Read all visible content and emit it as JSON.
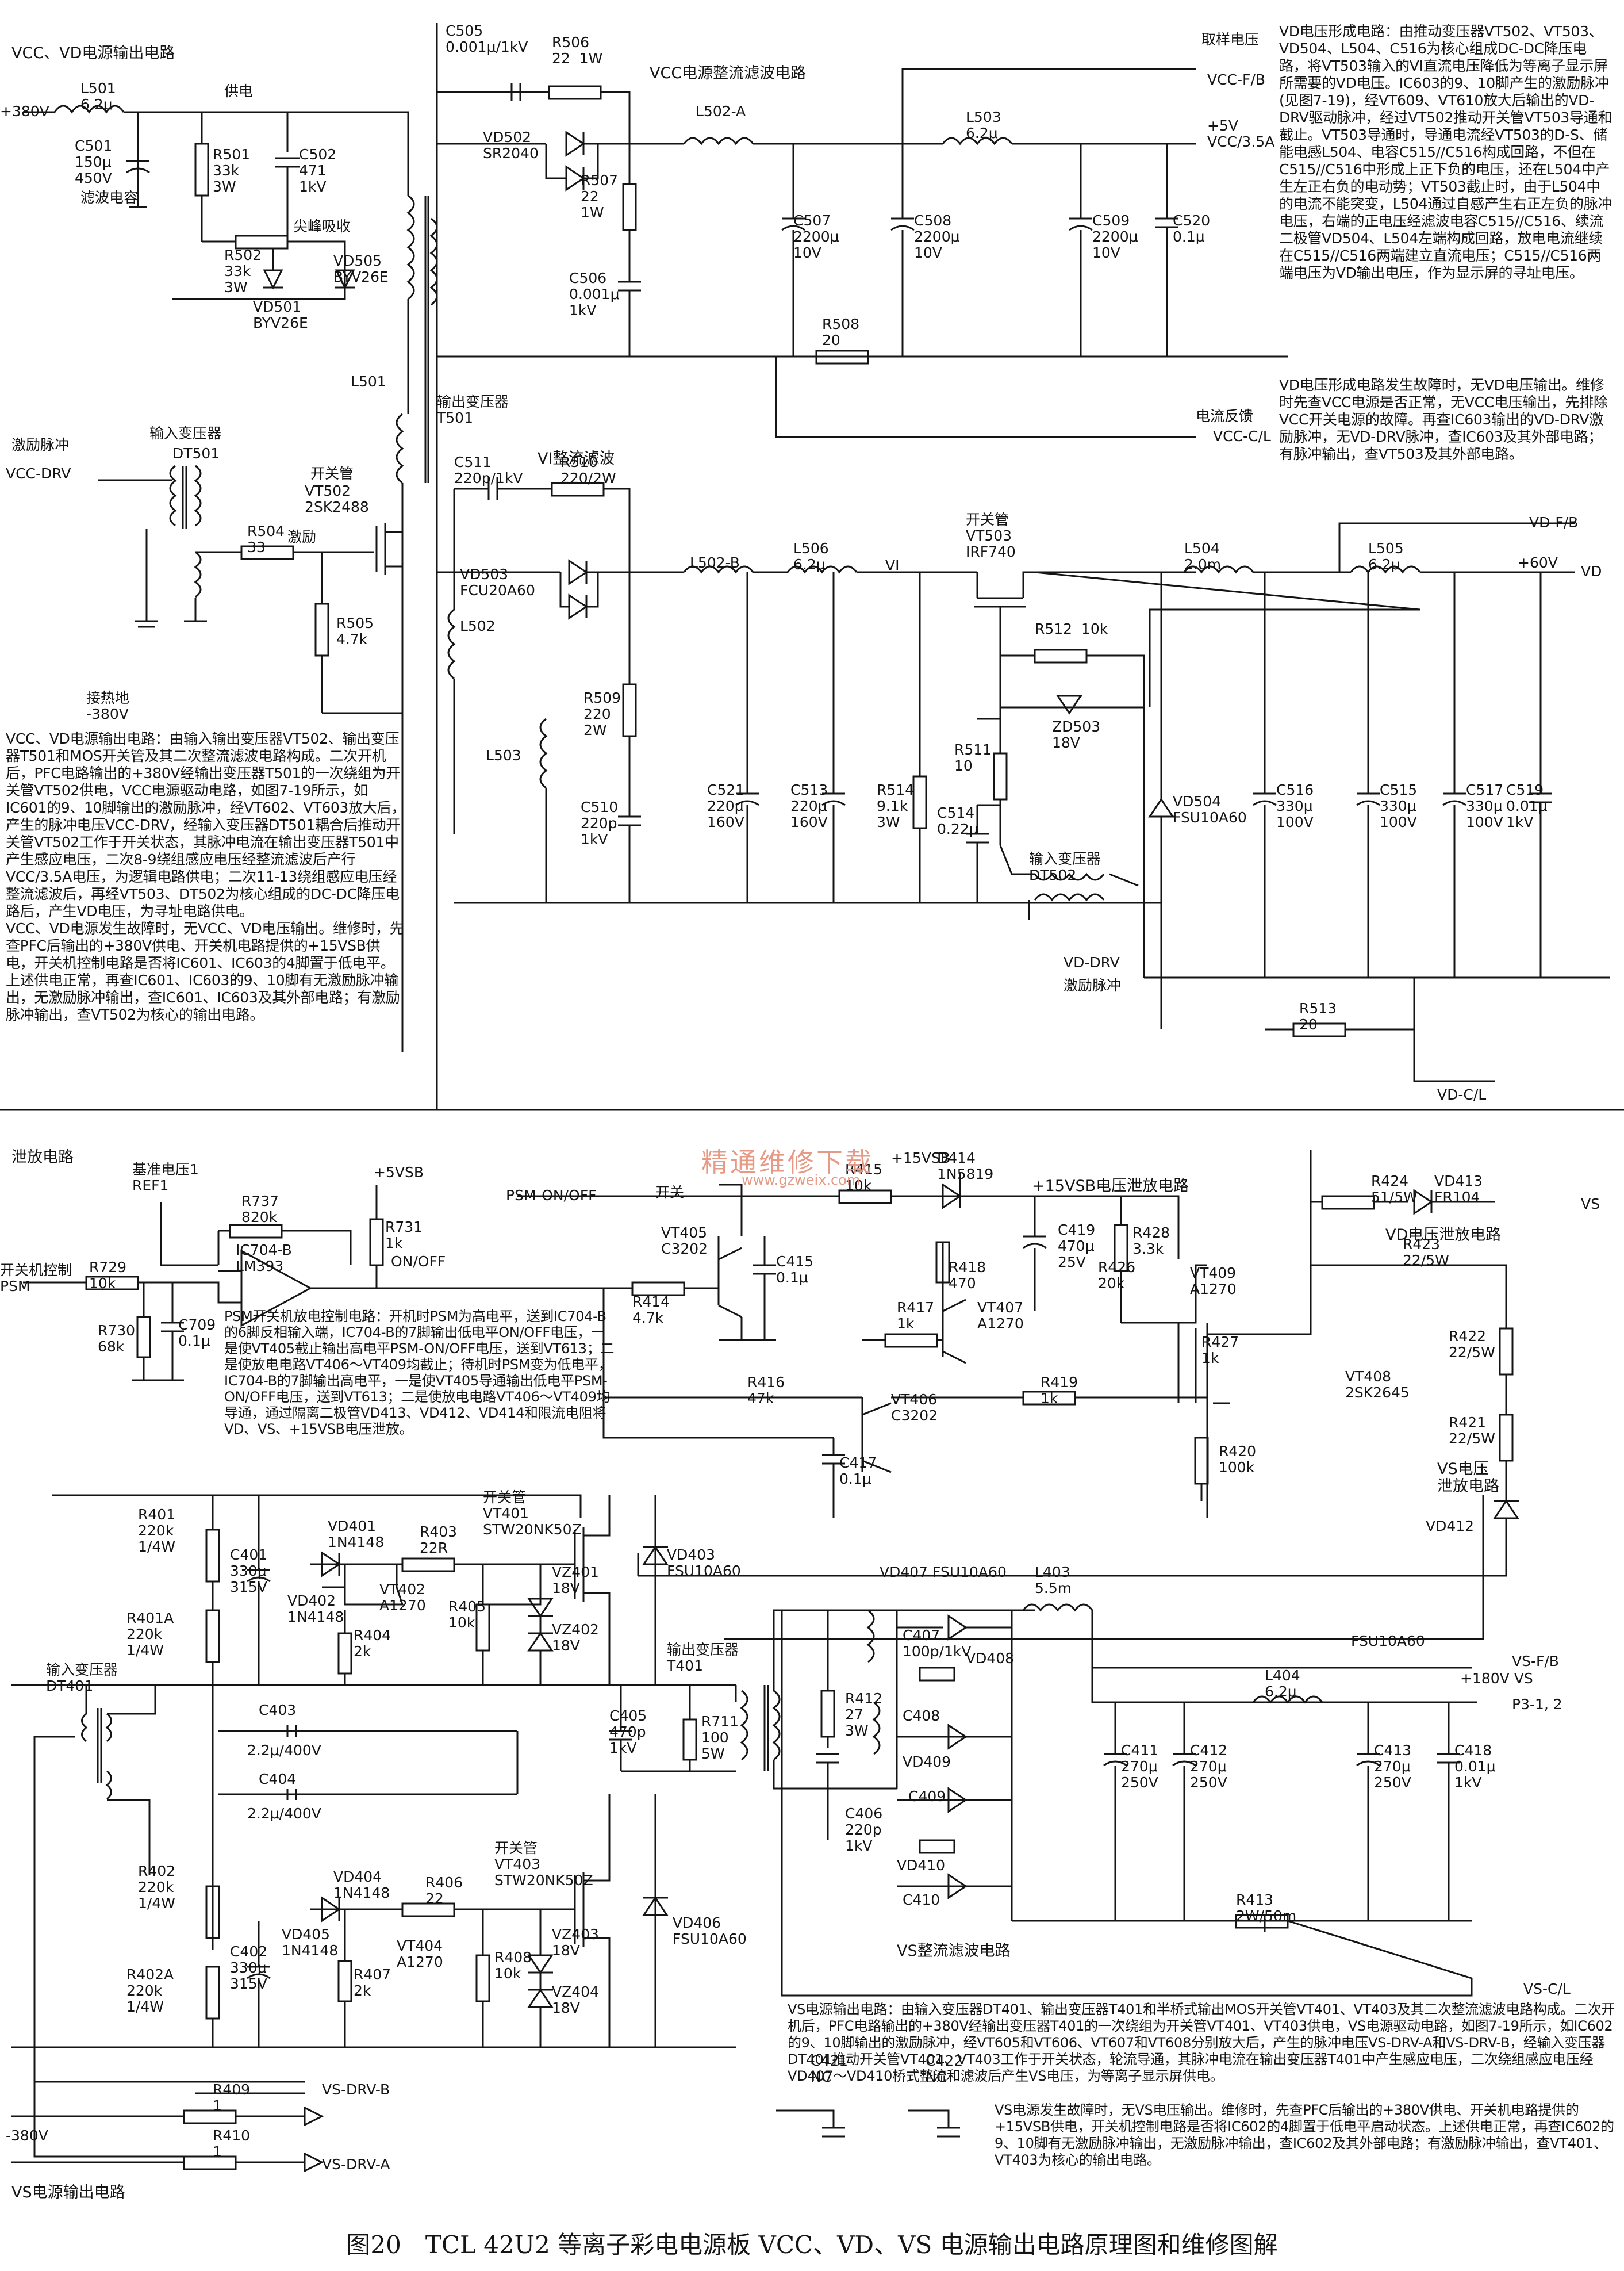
{
  "caption": "图20　TCL 42U2 等离子彩电电源板 VCC、VD、VS 电源输出电路原理图和维修图解",
  "watermark": {
    "text": "精通维修下载",
    "url": "www.gzweix.com"
  },
  "sections": {
    "vcc_vd": "VCC、VD电源输出电路",
    "vcc_rect": "VCC电源整流滤波电路",
    "vi_rect": "VI整流滤波",
    "discharge": "泄放电路",
    "vs_out": "VS电源输出电路",
    "vs_rect": "VS整流滤波电路",
    "vs15_discharge": "+15VSB电压泄放电路",
    "vd_discharge": "VD电压泄放电路",
    "vs_discharge": "VS电压\n泄放电路"
  },
  "labels": {
    "v380": "+380V",
    "v380n": "-380V",
    "hot_gnd": "接热地\n-380V",
    "supply": "供电",
    "spike": "尖峰吸收",
    "filter_cap": "滤波电容",
    "exc_pulse": "激励脉冲",
    "vcc_drv": "VCC-DRV",
    "in_xfmr": "输入变压器",
    "dt501": "DT501",
    "sw_tube": "开关管",
    "vt502": "VT502\n2SK2488",
    "excite": "激励",
    "out_xfmr": "输出变压器\nT501",
    "sample_v": "取样电压",
    "vcc_fb": "VCC-F/B",
    "p5v": "+5V\nVCC/3.5A",
    "cur_fb": "电流反馈",
    "vcc_cl": "VCC-C/L",
    "vt503": "开关管\nVT503\nIRF740",
    "vi": "VI",
    "vd_fb": "VD-F/B",
    "p60v": "+60V",
    "vd": "VD",
    "dt502": "输入变压器\nDT502",
    "vd_drv": "VD-DRV",
    "exc_pulse2": "激励脉冲",
    "vd_cl": "VD-C/L",
    "ref": "基准电压1\nREF1",
    "p5vsb": "+5VSB",
    "psm_onoff": "PSM-ON/OFF",
    "kaiguan": "开关",
    "onoff": "ON/OFF",
    "psm_ctrl": "开关机控制\nPSM",
    "p15vsb": "+15VSB",
    "vs_label": "VS",
    "vs_fb": "VS-F/B",
    "p180v": "+180V VS",
    "p3": "P3-1, 2",
    "vs_cl": "VS-C/L",
    "vs_drv_b": "VS-DRV-B",
    "vs_drv_a": "VS-DRV-A",
    "t401": "输出变压器\nT401",
    "dt401": "输入变压器\nDT401",
    "vt401": "开关管\nVT401\nSTW20NK50Z",
    "vt403": "开关管\nVT403\nSTW20NK50Z"
  },
  "components": [
    {
      "id": "L501a",
      "t": "L501\n6.2μ"
    },
    {
      "id": "C501",
      "t": "C501\n150μ\n450V"
    },
    {
      "id": "R501",
      "t": "R501\n33k\n3W"
    },
    {
      "id": "C502",
      "t": "C502\n471\n1kV"
    },
    {
      "id": "R502",
      "t": "R502\n33k\n3W"
    },
    {
      "id": "VD505",
      "t": "VD505\nBYV26E"
    },
    {
      "id": "VD501",
      "t": "VD501\nBYV26E"
    },
    {
      "id": "L501b",
      "t": "L501"
    },
    {
      "id": "R504",
      "t": "R504\n33"
    },
    {
      "id": "R505",
      "t": "R505\n4.7k"
    },
    {
      "id": "C505",
      "t": "C505\n0.001μ/1kV"
    },
    {
      "id": "R506",
      "t": "R506\n22  1W"
    },
    {
      "id": "VD502",
      "t": "VD502\nSR2040"
    },
    {
      "id": "R507",
      "t": "R507\n22\n1W"
    },
    {
      "id": "C506",
      "t": "C506\n0.001μ\n1kV"
    },
    {
      "id": "L502A",
      "t": "L502-A"
    },
    {
      "id": "C507",
      "t": "C507\n2200μ\n10V"
    },
    {
      "id": "C508",
      "t": "C508\n2200μ\n10V"
    },
    {
      "id": "L503",
      "t": "L503\n6.2μ"
    },
    {
      "id": "C509",
      "t": "C509\n2200μ\n10V"
    },
    {
      "id": "C520",
      "t": "C520\n0.1μ"
    },
    {
      "id": "R508",
      "t": "R508\n20"
    },
    {
      "id": "C511",
      "t": "C511\n220p/1kV"
    },
    {
      "id": "R510",
      "t": "R510\n220/2W"
    },
    {
      "id": "VD503",
      "t": "VD503\nFCU20A60"
    },
    {
      "id": "L502",
      "t": "L502"
    },
    {
      "id": "L502B",
      "t": "L502-B"
    },
    {
      "id": "L506",
      "t": "L506\n6.2μ"
    },
    {
      "id": "L503b",
      "t": "L503"
    },
    {
      "id": "R509",
      "t": "R509\n220\n2W"
    },
    {
      "id": "C510",
      "t": "C510\n220p\n1kV"
    },
    {
      "id": "C521",
      "t": "C521\n220μ\n160V"
    },
    {
      "id": "C513",
      "t": "C513\n220μ\n160V"
    },
    {
      "id": "R514",
      "t": "R514\n9.1k\n3W"
    },
    {
      "id": "R512",
      "t": "R512  10k"
    },
    {
      "id": "ZD503",
      "t": "ZD503\n18V"
    },
    {
      "id": "R511",
      "t": "R511\n10"
    },
    {
      "id": "C514",
      "t": "C514\n0.22μ"
    },
    {
      "id": "L504",
      "t": "L504\n2.0m"
    },
    {
      "id": "L505",
      "t": "L505\n6.2μ"
    },
    {
      "id": "VD504",
      "t": "VD504\nFSU10A60"
    },
    {
      "id": "C516",
      "t": "C516\n330μ\n100V"
    },
    {
      "id": "C515",
      "t": "C515\n330μ\n100V"
    },
    {
      "id": "C517",
      "t": "C517\n330μ\n100V"
    },
    {
      "id": "C519",
      "t": "C519\n0.01μ\n1kV"
    },
    {
      "id": "R513",
      "t": "R513\n20"
    },
    {
      "id": "R737",
      "t": "R737\n820k"
    },
    {
      "id": "IC704",
      "t": "IC704-B\nLM393"
    },
    {
      "id": "R731",
      "t": "R731\n1k"
    },
    {
      "id": "R729",
      "t": "R729\n10k"
    },
    {
      "id": "R730",
      "t": "R730\n68k"
    },
    {
      "id": "C709",
      "t": "C709\n0.1μ"
    },
    {
      "id": "R415",
      "t": "R415\n10k"
    },
    {
      "id": "VT405",
      "t": "VT405\nC3202"
    },
    {
      "id": "C415",
      "t": "C415\n0.1μ"
    },
    {
      "id": "R414",
      "t": "R414\n4.7k"
    },
    {
      "id": "D414",
      "t": "D414\n1N5819"
    },
    {
      "id": "C419",
      "t": "C419\n470μ\n25V"
    },
    {
      "id": "R428",
      "t": "R428\n3.3k"
    },
    {
      "id": "R418",
      "t": "R418\n470"
    },
    {
      "id": "R426",
      "t": "R426\n20k"
    },
    {
      "id": "VT409",
      "t": "VT409\nA1270"
    },
    {
      "id": "VT407",
      "t": "VT407\nA1270"
    },
    {
      "id": "R417",
      "t": "R417\n1k"
    },
    {
      "id": "R427",
      "t": "R427\n1k"
    },
    {
      "id": "R416",
      "t": "R416\n47k"
    },
    {
      "id": "VT406",
      "t": "VT406\nC3202"
    },
    {
      "id": "R419",
      "t": "R419\n1k"
    },
    {
      "id": "C417",
      "t": "C417\n0.1μ"
    },
    {
      "id": "R420",
      "t": "R420\n100k"
    },
    {
      "id": "VT408",
      "t": "VT408\n2SK2645"
    },
    {
      "id": "R424",
      "t": "R424\n51/5W"
    },
    {
      "id": "VD413",
      "t": "VD413\nFR104"
    },
    {
      "id": "R423",
      "t": "R423\n22/5W"
    },
    {
      "id": "R422",
      "t": "R422\n22/5W"
    },
    {
      "id": "R421",
      "t": "R421\n22/5W"
    },
    {
      "id": "VD412",
      "t": "VD412"
    },
    {
      "id": "R401",
      "t": "R401\n220k\n1/4W"
    },
    {
      "id": "R401A",
      "t": "R401A\n220k\n1/4W"
    },
    {
      "id": "C401",
      "t": "C401\n330μ\n315V"
    },
    {
      "id": "VD401",
      "t": "VD401\n1N4148"
    },
    {
      "id": "VD402",
      "t": "VD402\n1N4148"
    },
    {
      "id": "R403",
      "t": "R403\n22R"
    },
    {
      "id": "VT402",
      "t": "VT402\nA1270"
    },
    {
      "id": "R404",
      "t": "R404\n2k"
    },
    {
      "id": "R405",
      "t": "R405\n10k"
    },
    {
      "id": "VZ401",
      "t": "VZ401\n18V"
    },
    {
      "id": "VZ402",
      "t": "VZ402\n18V"
    },
    {
      "id": "VD403",
      "t": "VD403\nFSU10A60"
    },
    {
      "id": "C403",
      "t": "C403"
    },
    {
      "id": "C403v",
      "t": "2.2μ/400V"
    },
    {
      "id": "C404",
      "t": "C404"
    },
    {
      "id": "C404v",
      "t": "2.2μ/400V"
    },
    {
      "id": "C405",
      "t": "C405\n470p\n1kV"
    },
    {
      "id": "R711",
      "t": "R711\n100\n5W"
    },
    {
      "id": "R402",
      "t": "R402\n220k\n1/4W"
    },
    {
      "id": "R402A",
      "t": "R402A\n220k\n1/4W"
    },
    {
      "id": "C402",
      "t": "C402\n330μ\n315V"
    },
    {
      "id": "VD404",
      "t": "VD404\n1N4148"
    },
    {
      "id": "VD405",
      "t": "VD405\n1N4148"
    },
    {
      "id": "R406",
      "t": "R406\n22"
    },
    {
      "id": "VT404",
      "t": "VT404\nA1270"
    },
    {
      "id": "R407",
      "t": "R407\n2k"
    },
    {
      "id": "R408",
      "t": "R408\n10k"
    },
    {
      "id": "VZ403",
      "t": "VZ403\n18V"
    },
    {
      "id": "VZ404",
      "t": "VZ404\n18V"
    },
    {
      "id": "VD406",
      "t": "VD406\nFSU10A60"
    },
    {
      "id": "R409",
      "t": "R409\n1"
    },
    {
      "id": "R410",
      "t": "R410\n1"
    },
    {
      "id": "VD407",
      "t": "VD407 FSU10A60"
    },
    {
      "id": "L403",
      "t": "L403\n5.5m"
    },
    {
      "id": "C407",
      "t": "C407\n100p/1kV"
    },
    {
      "id": "VD408",
      "t": "VD408"
    },
    {
      "id": "C408",
      "t": "C408"
    },
    {
      "id": "VD409",
      "t": "VD409"
    },
    {
      "id": "C409",
      "t": "C409"
    },
    {
      "id": "VD410",
      "t": "VD410"
    },
    {
      "id": "C410",
      "t": "C410"
    },
    {
      "id": "R412",
      "t": "R412\n27\n3W"
    },
    {
      "id": "C406",
      "t": "C406\n220p\n1kV"
    },
    {
      "id": "FSU",
      "t": "FSU10A60"
    },
    {
      "id": "L404",
      "t": "L404\n6.2μ"
    },
    {
      "id": "C411",
      "t": "C411\n270μ\n250V"
    },
    {
      "id": "C412",
      "t": "C412\n270μ\n250V"
    },
    {
      "id": "C413",
      "t": "C413\n270μ\n250V"
    },
    {
      "id": "C418",
      "t": "C418\n0.01μ\n1kV"
    },
    {
      "id": "R413",
      "t": "R413\n2W/50m"
    },
    {
      "id": "C421",
      "t": "C421\nNC"
    },
    {
      "id": "C422",
      "t": "C422\nNC"
    }
  ],
  "paragraphs": {
    "vd_desc": "VD电压形成电路：由推动变压器VT502、VT503、VD504、L504、C516为核心组成DC-DC降压电路，将VT503输入的VI直流电压降低为等离子显示屏所需要的VD电压。IC603的9、10脚产生的激励脉冲(见图7-19)，经VT609、VT610放大后输出的VD-DRV驱动脉冲，经过VT502推动开关管VT503导通和截止。VT503导通时，导通电流经VT503的D-S、储能电感L504、电容C515//C516构成回路，不但在C515//C516中形成上正下负的电压，还在L504中产生左正右负的电动势；VT503截止时，由于L504中的电流不能突变，L504通过自感产生右正左负的脉冲电压，右端的正电压经滤波电容C515//C516、续流二极管VD504、L504左端构成回路，放电电流继续在C515//C516两端建立直流电压；C515//C516两端电压为VD输出电压，作为显示屏的寻址电压。",
    "vd_fault": "VD电压形成电路发生故障时，无VD电压输出。维修时先查VCC电源是否正常，无VCC电压输出，先排除VCC开关电源的故障。再查IC603输出的VD-DRV激励脉冲，无VD-DRV脉冲，查IC603及其外部电路；有脉冲输出，查VT503及其外部电路。",
    "vcc_desc": "VCC、VD电源输出电路：由输入输出变压器VT502、输出变压器T501和MOS开关管及其二次整流滤波电路构成。二次开机后，PFC电路输出的+380V经输出变压器T501的一次绕组为开关管VT502供电，VCC电源驱动电路，如图7-19所示，如IC601的9、10脚输出的激励脉冲，经VT602、VT603放大后，产生的脉冲电压VCC-DRV，经输入变压器DT501耦合后推动开关管VT502工作于开关状态，其脉冲电流在输出变压器T501中产生感应电压，二次8-9绕组感应电压经整流滤波后产行VCC/3.5A电压，为逻辑电路供电；二次11-13绕组感应电压经整流滤波后，再经VT503、DT502为核心组成的DC-DC降压电路后，产生VD电压，为寻址电路供电。",
    "vcc_fault": "VCC、VD电源发生故障时，无VCC、VD电压输出。维修时，先查PFC后输出的+380V供电、开关机电路提供的+15VSB供电，开关机控制电路是否将IC601、IC603的4脚置于低电平。上述供电正常，再查IC601、IC603的9、10脚有无激励脉冲输出，无激励脉冲输出，查IC601、IC603及其外部电路；有激励脉冲输出，查VT502为核心的输出电路。",
    "psm_desc": "PSM开关机放电控制电路：开机时PSM为高电平，送到IC704-B的6脚反相输入端，IC704-B的7脚输出低电平ON/OFF电压，一是使VT405截止输出高电平PSM-ON/OFF电压，送到VT613；二是使放电电路VT406～VT409均截止；待机时PSM变为低电平，IC704-B的7脚输出高电平，一是使VT405导通输出低电平PSM-ON/OFF电压，送到VT613；二是使放电电路VT406～VT409均导通，通过隔离二极管VD413、VD412、VD414和限流电阻将VD、VS、+15VSB电压泄放。",
    "vs_desc": "VS电源输出电路：由输入变压器DT401、输出变压器T401和半桥式输出MOS开关管VT401、VT403及其二次整流滤波电路构成。二次开机后，PFC电路输出的+380V经输出变压器T401的一次绕组为开关管VT401、VT403供电，VS电源驱动电路，如图7-19所示，如IC602的9、10脚输出的激励脉冲，经VT605和VT606、VT607和VT608分别放大后，产生的脉冲电压VS-DRV-A和VS-DRV-B，经输入变压器DT401推动开关管VT401、VT403工作于开关状态，轮流导通，其脉冲电流在输出变压器T401中产生感应电压，二次绕组感应电压经VD407～VD410桥式整流和滤波后产生VS电压，为等离子显示屏供电。",
    "vs_fault": "VS电源发生故障时，无VS电压输出。维修时，先查PFC后输出的+380V供电、开关机电路提供的+15VSB供电，开关机控制电路是否将IC602的4脚置于低电平启动状态。上述供电正常，再查IC602的9、10脚有无激励脉冲输出，无激励脉冲输出，查IC602及其外部电路；有激励脉冲输出，查VT401、VT403为核心的输出电路。"
  }
}
